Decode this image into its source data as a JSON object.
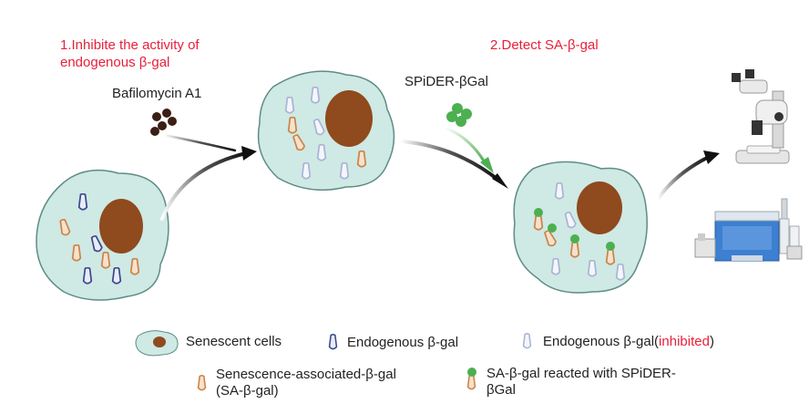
{
  "steps": {
    "step1_line1": "1.Inhibite the activity of",
    "step1_line2": "endogenous β-gal",
    "step2": "2.Detect SA-β-gal"
  },
  "reagents": {
    "inhibitor": "Bafilomycin A1",
    "probe": "SPiDER-βGal"
  },
  "legend": {
    "senescent_cells": "Senescent cells",
    "endogenous": "Endogenous β-gal",
    "endogenous_inhibited_prefix": "Endogenous β-gal(",
    "endogenous_inhibited_word": "inhibited",
    "endogenous_inhibited_suffix": ")",
    "sa_gal_line1": "Senescence-associated-β-gal",
    "sa_gal_line2": "(SA-β-gal)",
    "reacted_line1": "SA-β-gal reacted with SPiDER-",
    "reacted_line2": "βGal"
  },
  "colors": {
    "cell_fill": "#cfe9e4",
    "cell_stroke": "#5e8c87",
    "nucleus": "#8f4a1d",
    "endogenous": "#3a4a8c",
    "inhibited": "#a9b4d6",
    "sa_gal": "#e3a775",
    "probe_green": "#4caf50",
    "title_red": "#e8203a"
  }
}
